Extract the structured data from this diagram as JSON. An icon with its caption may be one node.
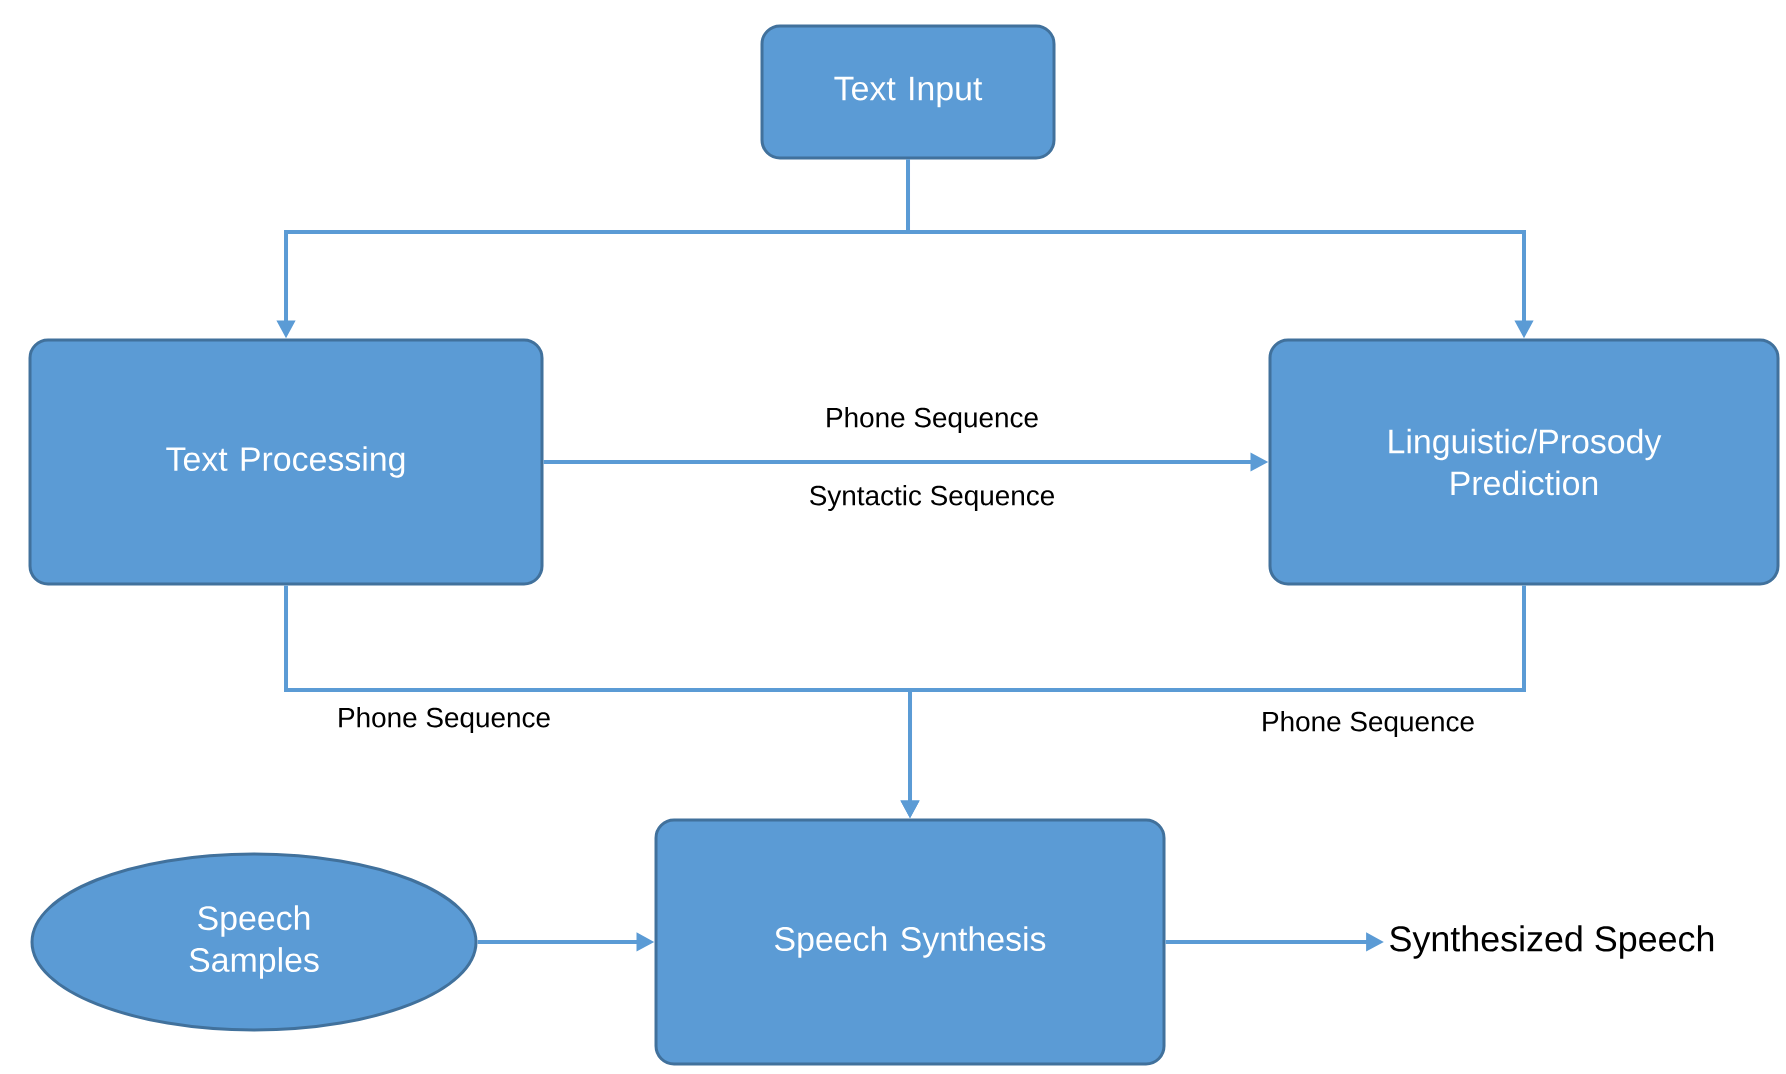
{
  "diagram": {
    "nodes": [
      {
        "text": [
          "Text Input"
        ]
      },
      {
        "text": [
          "Text Processing"
        ]
      },
      {
        "text": [
          "Linguistic/Prosody Prediction"
        ]
      },
      {
        "text": [
          "Speech Samples"
        ]
      },
      {
        "text": [
          "Speech Synthesis"
        ]
      },
      {
        "text": [
          "Synthesized Speech"
        ]
      }
    ],
    "edges": [
      {
        "from": 0,
        "to": 1,
        "arrow": "to"
      },
      {
        "from": 0,
        "to": 2,
        "arrow": "to"
      },
      {
        "from": 1,
        "to": 2,
        "arrow": "to",
        "label": "Phone Sequence"
      },
      {
        "from": 1,
        "to": 4,
        "arrow": "to",
        "label": "Phone Sequence"
      },
      {
        "from": 2,
        "to": 4,
        "arrow": "to",
        "label": "Phone Sequence"
      },
      {
        "from": 3,
        "to": 4,
        "arrow": "to"
      },
      {
        "from": 4,
        "to": 5,
        "arrow": "to"
      }
    ],
    "labels": [
      "Syntactic Sequence"
    ]
  }
}
